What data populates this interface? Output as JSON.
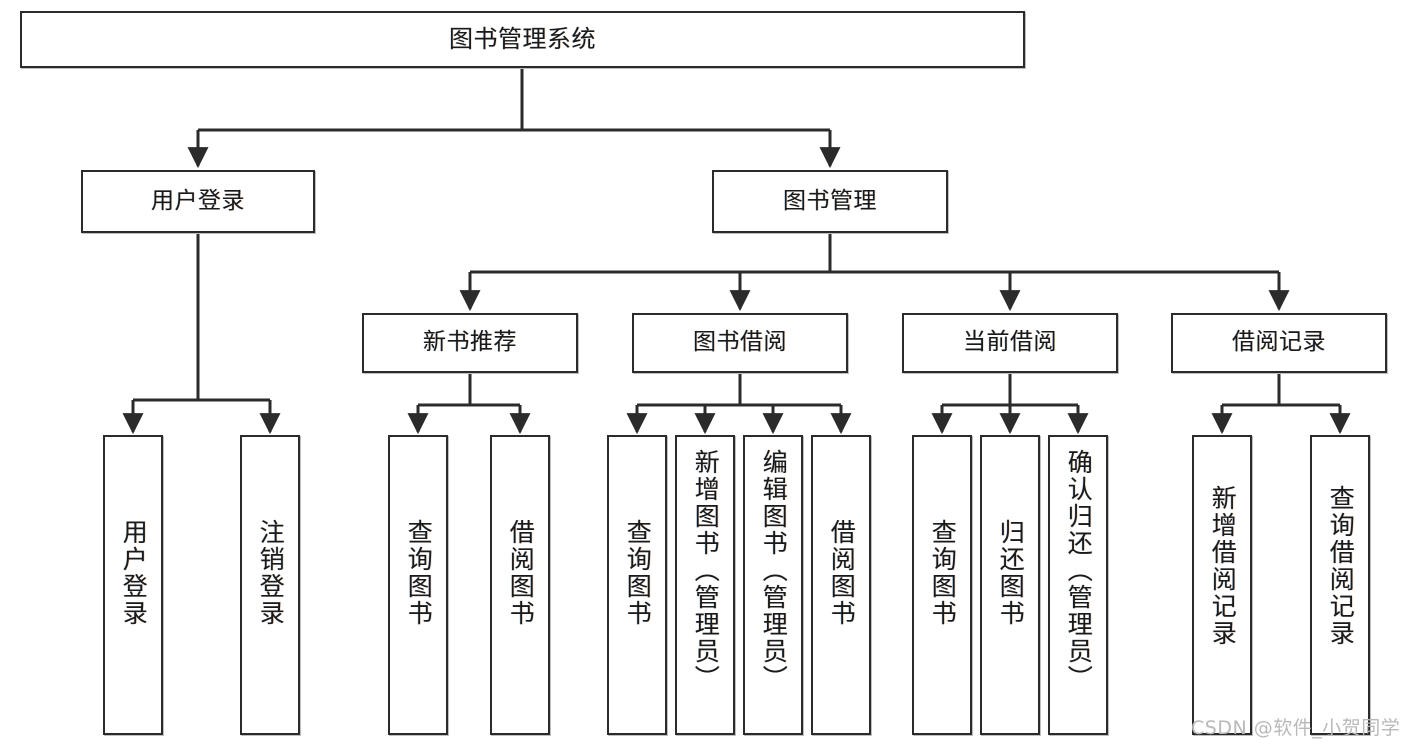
{
  "diagram": {
    "title": "图书管理系统",
    "watermark": "CSDN @软件_小贺同学",
    "line_color": "#2b2b2b",
    "box_fill": "#ffffff",
    "text_color": "#1a1a1a",
    "nodes": {
      "root": {
        "label": "图书管理系统"
      },
      "level2": [
        {
          "id": "user-login",
          "label": "用户登录"
        },
        {
          "id": "book-manage",
          "label": "图书管理"
        }
      ],
      "level3": [
        {
          "id": "new-book-rec",
          "label": "新书推荐"
        },
        {
          "id": "book-borrow",
          "label": "图书借阅"
        },
        {
          "id": "current-borrow",
          "label": "当前借阅"
        },
        {
          "id": "borrow-record",
          "label": "借阅记录"
        }
      ],
      "leaves": {
        "user_login": [
          {
            "id": "leaf-user-login",
            "label": "用户登录"
          },
          {
            "id": "leaf-logout-login",
            "label": "注销登录"
          }
        ],
        "new_book_rec": [
          {
            "id": "leaf-query-book-1",
            "label": "查询图书"
          },
          {
            "id": "leaf-borrow-book-1",
            "label": "借阅图书"
          }
        ],
        "book_borrow": [
          {
            "id": "leaf-query-book-2",
            "label": "查询图书"
          },
          {
            "id": "leaf-add-book",
            "label": "新增图书（管理员）"
          },
          {
            "id": "leaf-edit-book",
            "label": "编辑图书（管理员）"
          },
          {
            "id": "leaf-borrow-book-2",
            "label": "借阅图书"
          }
        ],
        "current_borrow": [
          {
            "id": "leaf-query-book-3",
            "label": "查询图书"
          },
          {
            "id": "leaf-return-book",
            "label": "归还图书"
          },
          {
            "id": "leaf-confirm-return",
            "label": "确认归还（管理员）"
          }
        ],
        "borrow_record": [
          {
            "id": "leaf-add-record",
            "label": "新增借阅记录"
          },
          {
            "id": "leaf-query-record",
            "label": "查询借阅记录"
          }
        ]
      }
    }
  }
}
